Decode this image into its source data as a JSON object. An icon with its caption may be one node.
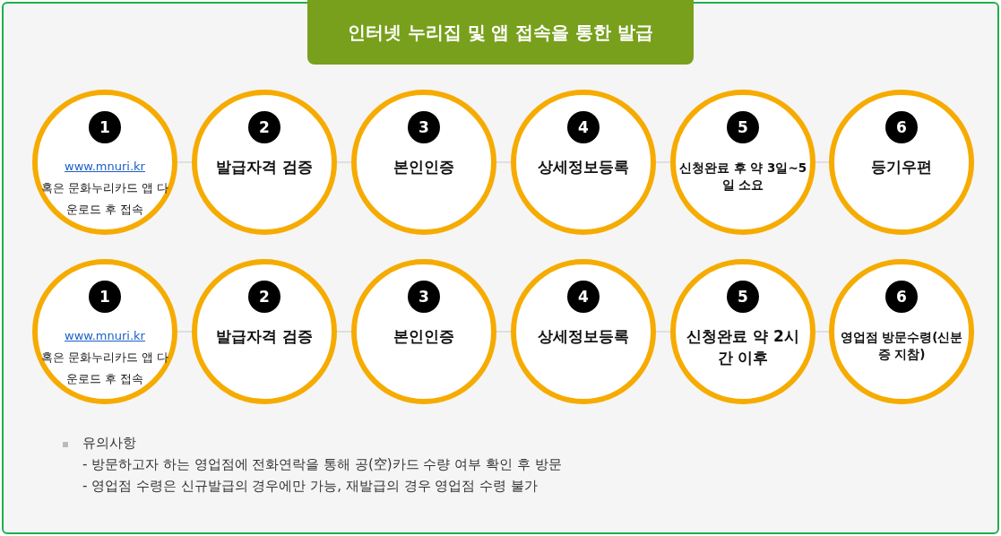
{
  "diagram": {
    "title": "인터넷 누리집 및 앱 접속을 통한 발급",
    "nodes": [
      {
        "text": [
          "1",
          "www.mnuri.kr",
          "혹은 문화누리카드 앱 다운로드 후 접속"
        ]
      },
      {
        "text": [
          "2",
          "발급자격 검증"
        ]
      },
      {
        "text": [
          "3",
          "본인인증"
        ]
      },
      {
        "text": [
          "4",
          "상세정보등록"
        ]
      },
      {
        "text": [
          "5",
          "신청완료 후 약 3일~5일 소요"
        ]
      },
      {
        "text": [
          "6",
          "등기우편"
        ]
      },
      {
        "text": [
          "1",
          "www.mnuri.kr",
          "혹은 문화누리카드 앱 다운로드 후 접속"
        ]
      },
      {
        "text": [
          "2",
          "발급자격 검증"
        ]
      },
      {
        "text": [
          "3",
          "본인인증"
        ]
      },
      {
        "text": [
          "4",
          "상세정보등록"
        ]
      },
      {
        "text": [
          "5",
          "신청완료 약 2시간 이후"
        ]
      },
      {
        "text": [
          "6",
          "영업점 방문수령(신분증 지참)"
        ]
      }
    ],
    "edges": [
      {
        "from": 0,
        "to": 1,
        "arrow": "none"
      },
      {
        "from": 1,
        "to": 2,
        "arrow": "none"
      },
      {
        "from": 2,
        "to": 3,
        "arrow": "none"
      },
      {
        "from": 3,
        "to": 4,
        "arrow": "none"
      },
      {
        "from": 4,
        "to": 5,
        "arrow": "none"
      },
      {
        "from": 6,
        "to": 7,
        "arrow": "none"
      },
      {
        "from": 7,
        "to": 8,
        "arrow": "none"
      },
      {
        "from": 8,
        "to": 9,
        "arrow": "none"
      },
      {
        "from": 9,
        "to": 10,
        "arrow": "none"
      },
      {
        "from": 10,
        "to": 11,
        "arrow": "none"
      }
    ],
    "labels": [
      "유의사항",
      "- 방문하고자 하는 영업점에 전화연락을 통해 공(空)카드 수량 여부 확인 후 방문",
      "- 영업점 수령은 신규발급의 경우에만 가능, 재발급의 경우 영업점 수령 불가"
    ]
  }
}
